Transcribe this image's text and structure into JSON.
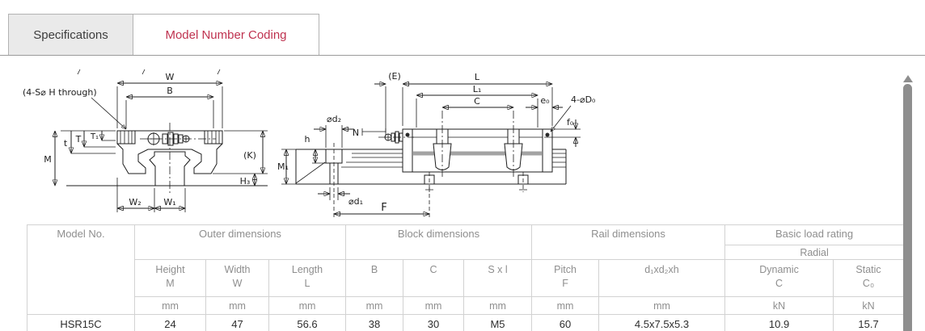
{
  "tabs": [
    {
      "label": "Specifications",
      "active": false
    },
    {
      "label": "Model Number Coding",
      "active": true
    }
  ],
  "colors": {
    "accent_red": "#bf3350",
    "tab_inactive_bg": "#eaeaea",
    "table_border": "#d2d2d2",
    "scrollbar": "#8e8e8e"
  },
  "drawings": {
    "front_view": {
      "note": "(4-S⌀ H through)",
      "dim_w": "W",
      "dim_b": "B",
      "dim_m": "M",
      "dim_t_small": "t",
      "dim_t": "T",
      "dim_t1": "T₁",
      "dim_k": "(K)",
      "dim_h3": "H₃",
      "dim_w2": "W₂",
      "dim_w1": "W₁"
    },
    "side_view": {
      "dim_e": "(E)",
      "dim_l": "L",
      "dim_l1": "L₁",
      "dim_c": "C",
      "dim_e0": "e₀",
      "note_d0": "4-⌀D₀",
      "dim_f0": "f₀",
      "dim_d2": "⌀d₂",
      "dim_n": "N",
      "dim_h": "h",
      "dim_m1": "M₁",
      "dim_d1": "⌀d₁",
      "dim_f": "F"
    }
  },
  "table": {
    "group_row": {
      "model_no": "Model No.",
      "outer": "Outer dimensions",
      "block": "Block dimensions",
      "rail": "Rail dimensions",
      "load": "Basic load rating"
    },
    "radial": "Radial",
    "columns": [
      {
        "label": "Height",
        "symbol": "M",
        "unit": "mm"
      },
      {
        "label": "Width",
        "symbol": "W",
        "unit": "mm"
      },
      {
        "label": "Length",
        "symbol": "L",
        "unit": "mm"
      },
      {
        "label": "B",
        "symbol": "",
        "unit": "mm"
      },
      {
        "label": "C",
        "symbol": "",
        "unit": "mm"
      },
      {
        "label": "S x l",
        "symbol": "",
        "unit": "mm"
      },
      {
        "label": "Pitch",
        "symbol": "F",
        "unit": "mm"
      },
      {
        "label": "d₁xd₂xh",
        "symbol": "",
        "unit": "mm"
      },
      {
        "label": "Dynamic",
        "symbol": "C",
        "unit": "kN"
      },
      {
        "label": "Static",
        "symbol": "C₀",
        "unit": "kN"
      }
    ],
    "rows": [
      {
        "model": "HSR15C",
        "values": [
          "24",
          "47",
          "56.6",
          "38",
          "30",
          "M5",
          "60",
          "4.5x7.5x5.3",
          "10.9",
          "15.7"
        ]
      }
    ]
  }
}
